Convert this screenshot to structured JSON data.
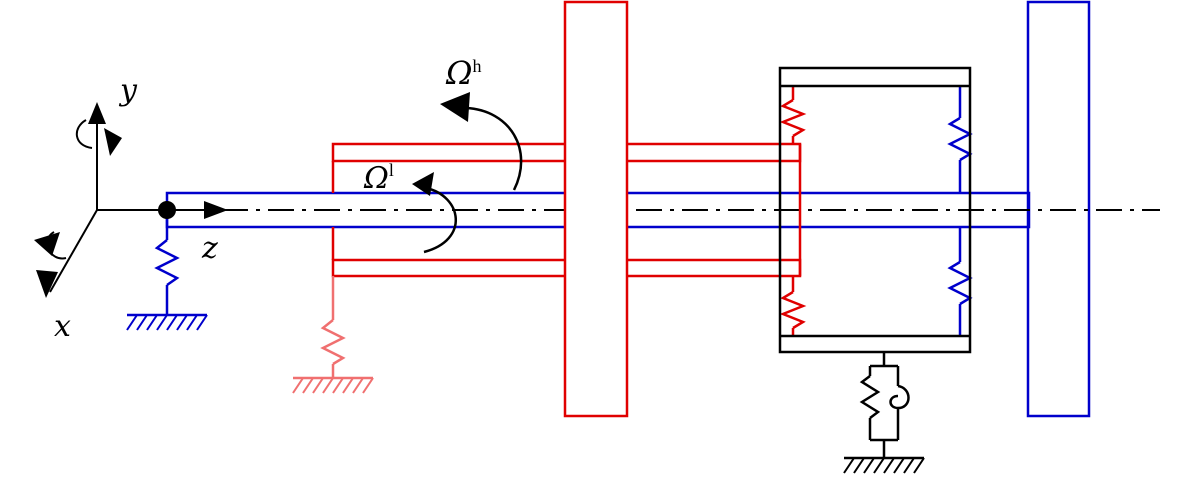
{
  "labels": {
    "y_axis": "y",
    "x_axis": "x",
    "z_axis": "z",
    "omega_h_base": "Ω",
    "omega_h_sup": "h",
    "omega_l_base": "Ω",
    "omega_l_sup": "l"
  },
  "colors": {
    "low_pressure_rotor": "#0000cc",
    "high_pressure_rotor": "#e00000",
    "high_pressure_support": "#f07070",
    "structure": "#000000"
  }
}
